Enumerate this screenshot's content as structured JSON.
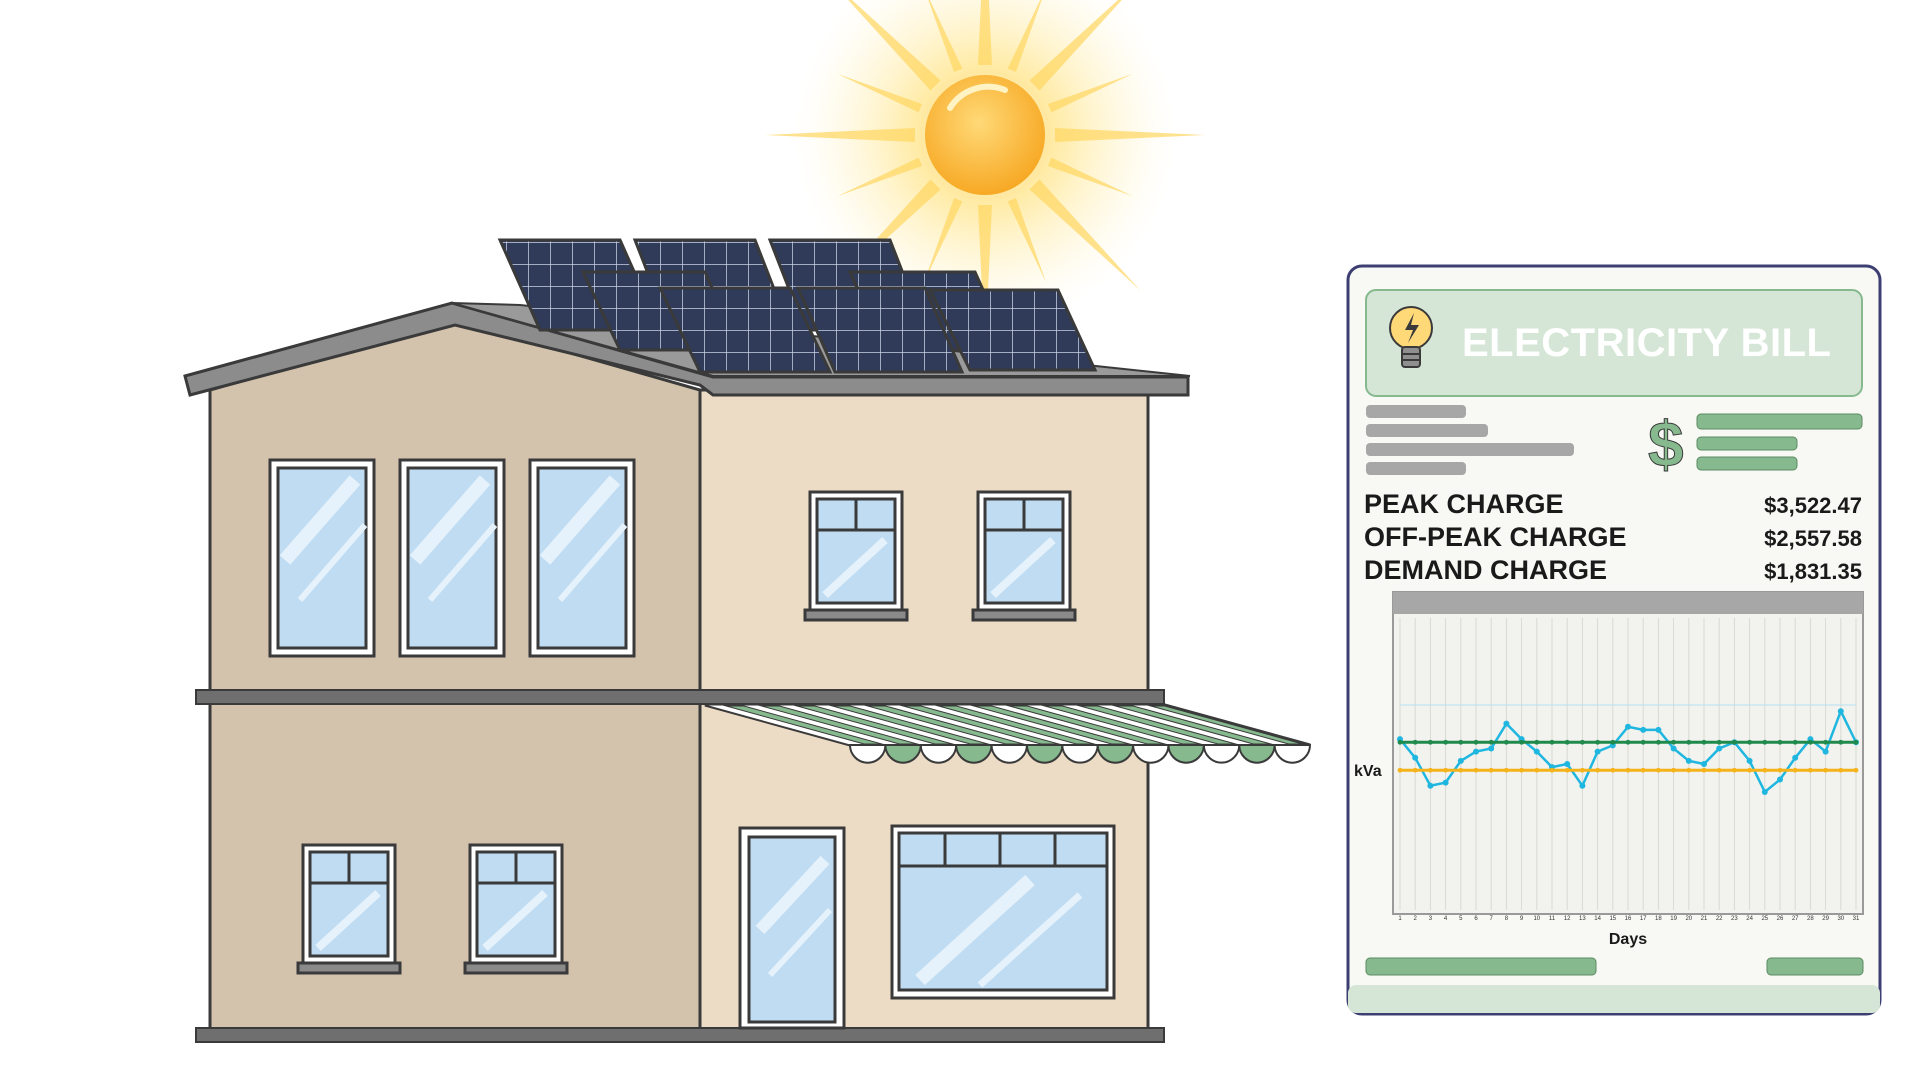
{
  "bill": {
    "title": "ELECTRICITY BILL",
    "charges": [
      {
        "label": "PEAK CHARGE",
        "amount": "$3,522.47"
      },
      {
        "label": "OFF-PEAK CHARGE",
        "amount": "$2,557.58"
      },
      {
        "label": "DEMAND CHARGE",
        "amount": "$1,831.35"
      }
    ],
    "currency_symbol": "$"
  },
  "chart_data": {
    "type": "line",
    "xlabel": "Days",
    "ylabel": "kVa",
    "x": [
      1,
      2,
      3,
      4,
      5,
      6,
      7,
      8,
      9,
      10,
      11,
      12,
      13,
      14,
      15,
      16,
      17,
      18,
      19,
      20,
      21,
      22,
      23,
      24,
      25,
      26,
      27,
      28,
      29,
      30,
      31
    ],
    "series": [
      {
        "values": [
          0.1,
          -0.5,
          -1.4,
          -1.3,
          -0.6,
          -0.3,
          -0.2,
          0.6,
          0.1,
          -0.3,
          -0.8,
          -0.7,
          -1.4,
          -0.3,
          -0.1,
          0.5,
          0.4,
          0.4,
          -0.2,
          -0.6,
          -0.7,
          -0.2,
          0.0,
          -0.6,
          -1.6,
          -1.2,
          -0.5,
          0.1,
          -0.3,
          1.0,
          0.0
        ],
        "color": "#1fb7e0"
      },
      {
        "values": [
          0,
          0,
          0,
          0,
          0,
          0,
          0,
          0,
          0,
          0,
          0,
          0,
          0,
          0,
          0,
          0,
          0,
          0,
          0,
          0,
          0,
          0,
          0,
          0,
          0,
          0,
          0,
          0,
          0,
          0,
          0
        ],
        "color": "#1f8a4c"
      },
      {
        "values": [
          -0.9,
          -0.9,
          -0.9,
          -0.9,
          -0.9,
          -0.9,
          -0.9,
          -0.9,
          -0.9,
          -0.9,
          -0.9,
          -0.9,
          -0.9,
          -0.9,
          -0.9,
          -0.9,
          -0.9,
          -0.9,
          -0.9,
          -0.9,
          -0.9,
          -0.9,
          -0.9,
          -0.9,
          -0.9,
          -0.9,
          -0.9,
          -0.9,
          -0.9,
          -0.9,
          -0.9
        ],
        "color": "#f5b31a"
      }
    ],
    "ylim": [
      -5.4,
      4.0
    ],
    "grid": true
  },
  "colors": {
    "sky_sun": "#ffbf2e",
    "wall_left": "#d3c3ad",
    "wall_right": "#ecdcc6",
    "roof": "#8e8e8e",
    "panel": "#2e3a57",
    "window_glass": "#bfdcf2",
    "awning_green": "#86b98e",
    "bill_header": "#d5e6d6",
    "bill_accent": "#86b98e",
    "bill_border": "#3d3f73"
  }
}
